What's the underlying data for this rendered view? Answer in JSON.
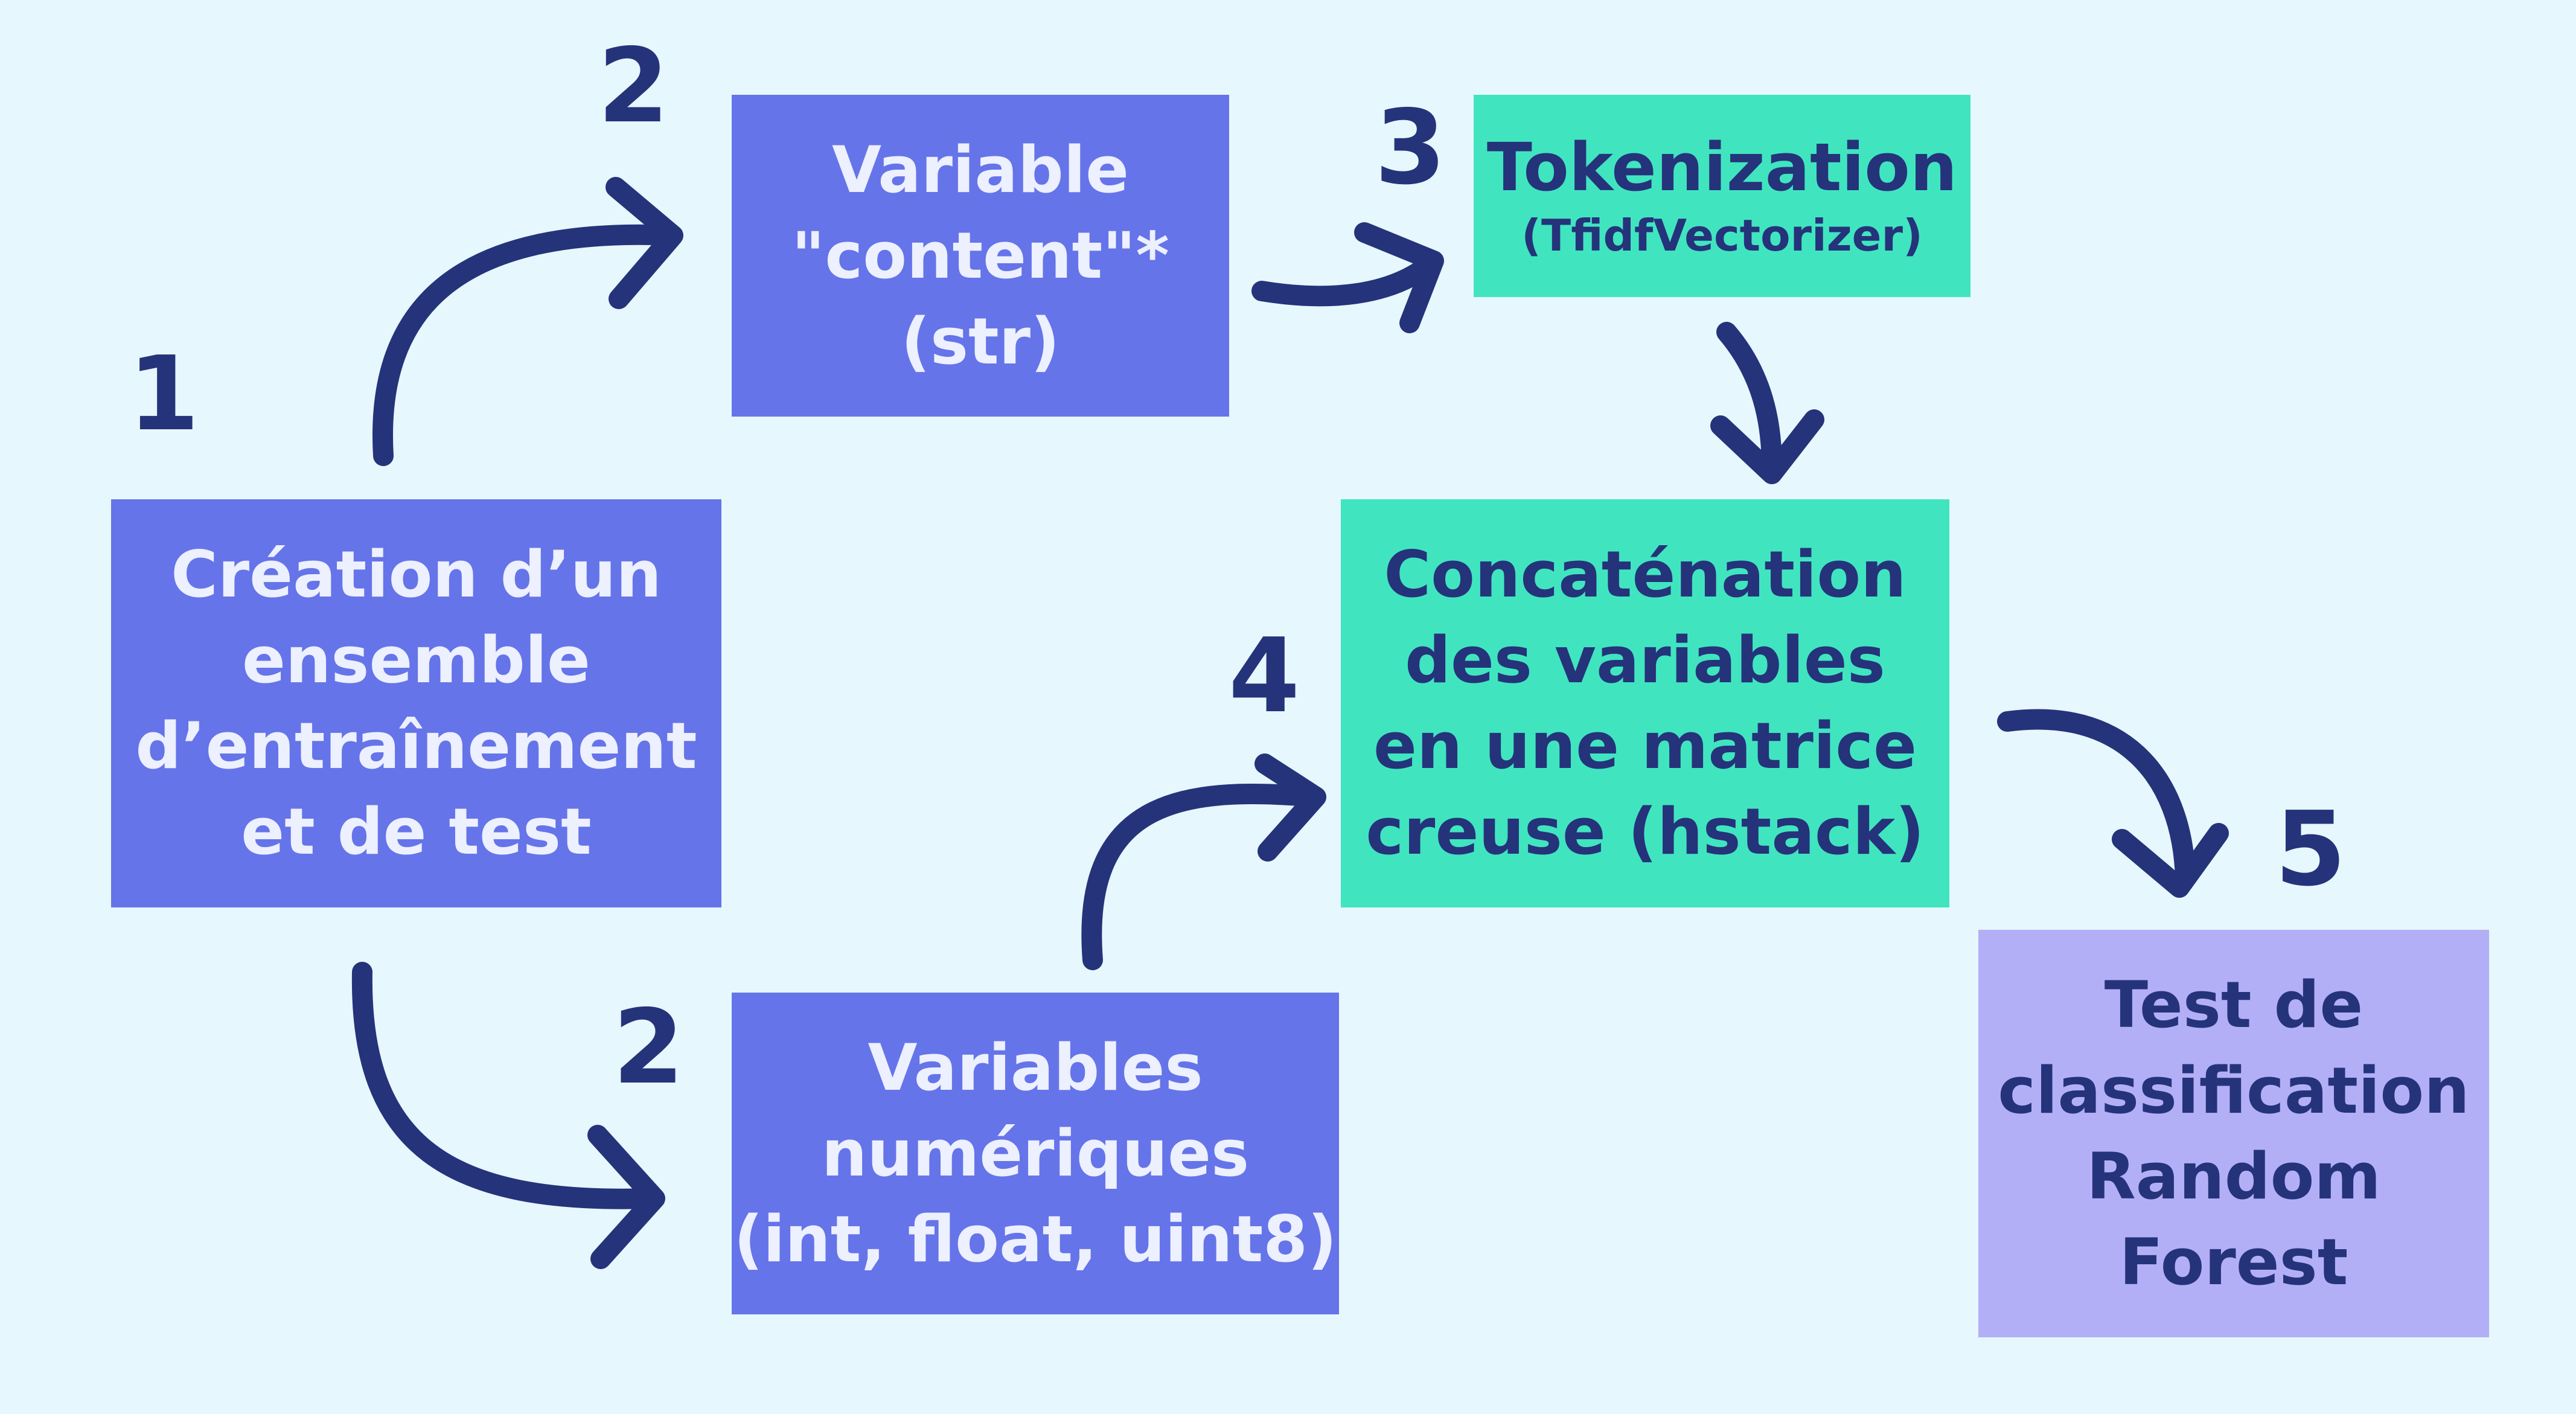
{
  "steps": {
    "s1": {
      "number": "1",
      "label": "Création d’un\nensemble\nd’entraînement\net de test"
    },
    "s2a": {
      "number": "2",
      "label": "Variable\n\"content\"*\n(str)"
    },
    "s2b": {
      "number": "2",
      "label": "Variables\nnumériques\n(int, float, uint8)"
    },
    "s3": {
      "number": "3",
      "title": "Tokenization",
      "subtitle": "(TfidfVectorizer)"
    },
    "s4": {
      "number": "4",
      "label": "Concaténation\ndes variables\nen une matrice\ncreuse (hstack)"
    },
    "s5": {
      "number": "5",
      "label": "Test de\nclassification\nRandom\nForest"
    }
  },
  "colors": {
    "background": "#e6f7fd",
    "box_blue": "#6674e9",
    "box_green": "#40e5c0",
    "box_lavender": "#b3aff6",
    "arrow_navy": "#25337a"
  }
}
